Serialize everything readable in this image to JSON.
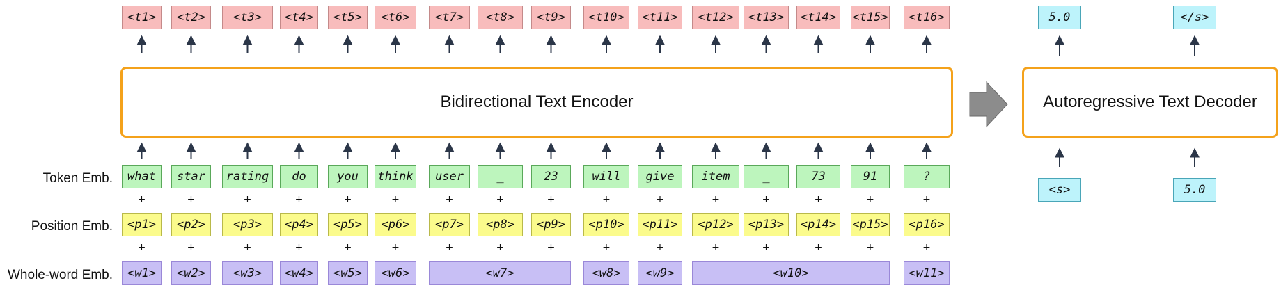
{
  "encoder": {
    "title": "Bidirectional Text Encoder"
  },
  "decoder": {
    "title": "Autoregressive Text Decoder"
  },
  "row_labels": {
    "token": "Token Emb.",
    "position": "Position Emb.",
    "whole_word": "Whole-word Emb."
  },
  "output_tokens": [
    "<t1>",
    "<t2>",
    "<t3>",
    "<t4>",
    "<t5>",
    "<t6>",
    "<t7>",
    "<t8>",
    "<t9>",
    "<t10>",
    "<t11>",
    "<t12>",
    "<t13>",
    "<t14>",
    "<t15>",
    "<t16>"
  ],
  "input_tokens": [
    "what",
    "star",
    "rating",
    "do",
    "you",
    "think",
    "user",
    "_",
    "23",
    "will",
    "give",
    "item",
    "_",
    "73",
    "91",
    "?"
  ],
  "position_tokens": [
    "<p1>",
    "<p2>",
    "<p3>",
    "<p4>",
    "<p5>",
    "<p6>",
    "<p7>",
    "<p8>",
    "<p9>",
    "<p10>",
    "<p11>",
    "<p12>",
    "<p13>",
    "<p14>",
    "<p15>",
    "<p16>"
  ],
  "whole_word_tokens": [
    {
      "label": "<w1>",
      "span": [
        1,
        1
      ]
    },
    {
      "label": "<w2>",
      "span": [
        2,
        2
      ]
    },
    {
      "label": "<w3>",
      "span": [
        3,
        3
      ]
    },
    {
      "label": "<w4>",
      "span": [
        4,
        4
      ]
    },
    {
      "label": "<w5>",
      "span": [
        5,
        5
      ]
    },
    {
      "label": "<w6>",
      "span": [
        6,
        6
      ]
    },
    {
      "label": "<w7>",
      "span": [
        7,
        9
      ]
    },
    {
      "label": "<w8>",
      "span": [
        10,
        10
      ]
    },
    {
      "label": "<w9>",
      "span": [
        11,
        11
      ]
    },
    {
      "label": "<w10>",
      "span": [
        12,
        15
      ]
    },
    {
      "label": "<w11>",
      "span": [
        16,
        16
      ]
    }
  ],
  "plus_symbol": "+",
  "decoder_inputs": [
    "<s>",
    "5.0"
  ],
  "decoder_outputs": [
    "5.0",
    "</s>"
  ],
  "colors": {
    "output": "#f8bcbc",
    "token": "#bdf5bd",
    "position": "#fbfb8c",
    "whole_word": "#c8bff5",
    "decoder_token": "#bdf3fb",
    "module_border": "#f4a21b",
    "arrow": "#2b3648"
  }
}
